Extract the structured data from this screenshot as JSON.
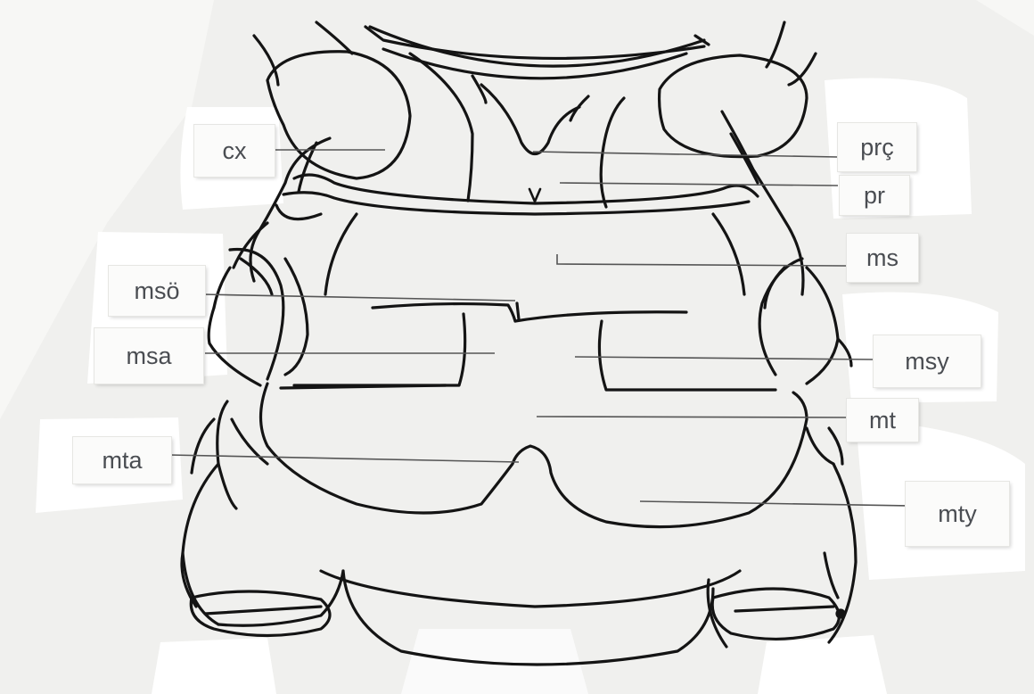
{
  "labels": {
    "cx": "cx",
    "prc": "prç",
    "pr": "pr",
    "ms": "ms",
    "mso": "msö",
    "msa": "msa",
    "msy": "msy",
    "mt": "mt",
    "mta": "mta",
    "mty": "mty",
    "v": "v"
  },
  "colors": {
    "paper": "#ffffff",
    "sheet": "#f0f0ee",
    "ink": "#141414",
    "leader": "#555555",
    "label_text": "#4a4d52"
  }
}
